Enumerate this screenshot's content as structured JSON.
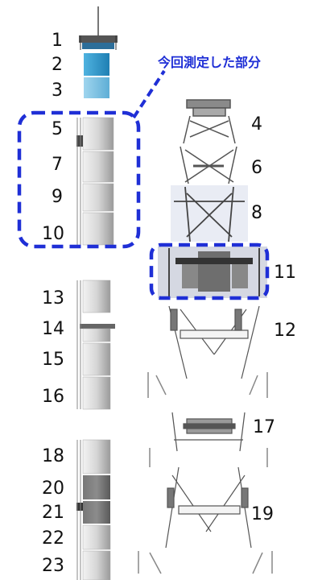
{
  "annotation": {
    "text": "今回測定した部分",
    "color": "#1f2fd6"
  },
  "left_labels": [
    "1",
    "2",
    "3",
    "5",
    "7",
    "9",
    "10",
    "13",
    "14",
    "15",
    "16",
    "18",
    "20",
    "21",
    "22",
    "23"
  ],
  "right_labels": [
    "4",
    "6",
    "8",
    "11",
    "12",
    "17",
    "19"
  ],
  "colors": {
    "highlight": "#1f2fd6",
    "tower_blue": "#2b8fc4",
    "tower_gray": "#b8b8b8"
  }
}
